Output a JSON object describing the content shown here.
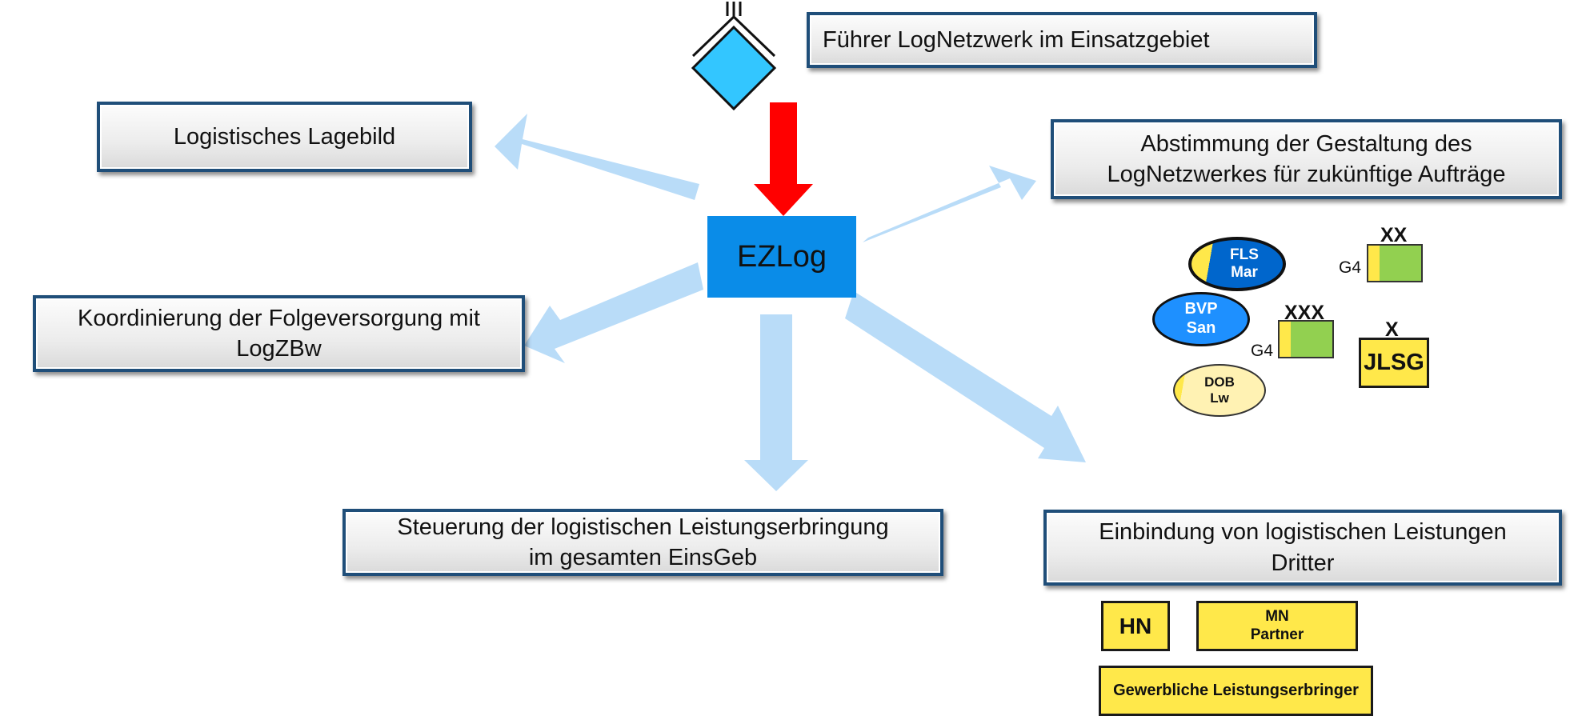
{
  "center": {
    "label": "EZLog"
  },
  "leader": {
    "label": "Führer LogNetzwerk im Einsatzgebiet",
    "echelon": "III"
  },
  "boxes": {
    "lagebild": "Logistisches Lagebild",
    "abstimmung": "Abstimmung der Gestaltung des\nLogNetzwerkes für zukünftige Aufträge",
    "koordinierung": "Koordinierung der Folgeversorgung mit\nLogZBw",
    "steuerung": "Steuerung der logistischen Leistungserbringung\nim gesamten EinsGeb",
    "einbindung": "Einbindung von logistischen Leistungen\nDritter"
  },
  "symbols": {
    "fls": "FLS\nMar",
    "bvp": "BVP\nSan",
    "dob": "DOB\nLw",
    "xx": "XX",
    "xxx": "XXX",
    "x": "X",
    "g4_a": "G4",
    "g4_b": "G4",
    "jlsg": "JLSG"
  },
  "partners": {
    "hn": "HN",
    "mn": "MN\nPartner",
    "gewerblich": "Gewerbliche Leistungserbringer"
  },
  "colors": {
    "arrow_light": "#b9dcf8",
    "arrow_red": "#ff0000",
    "center": "#0a8ce8",
    "diamond": "#33c6ff",
    "box_border": "#1f4e79",
    "yellow": "#ffe84a",
    "green": "#92d050",
    "dark_blue": "#0066cc",
    "mid_blue": "#1e90ff",
    "light_yellow": "#fff2b3"
  }
}
